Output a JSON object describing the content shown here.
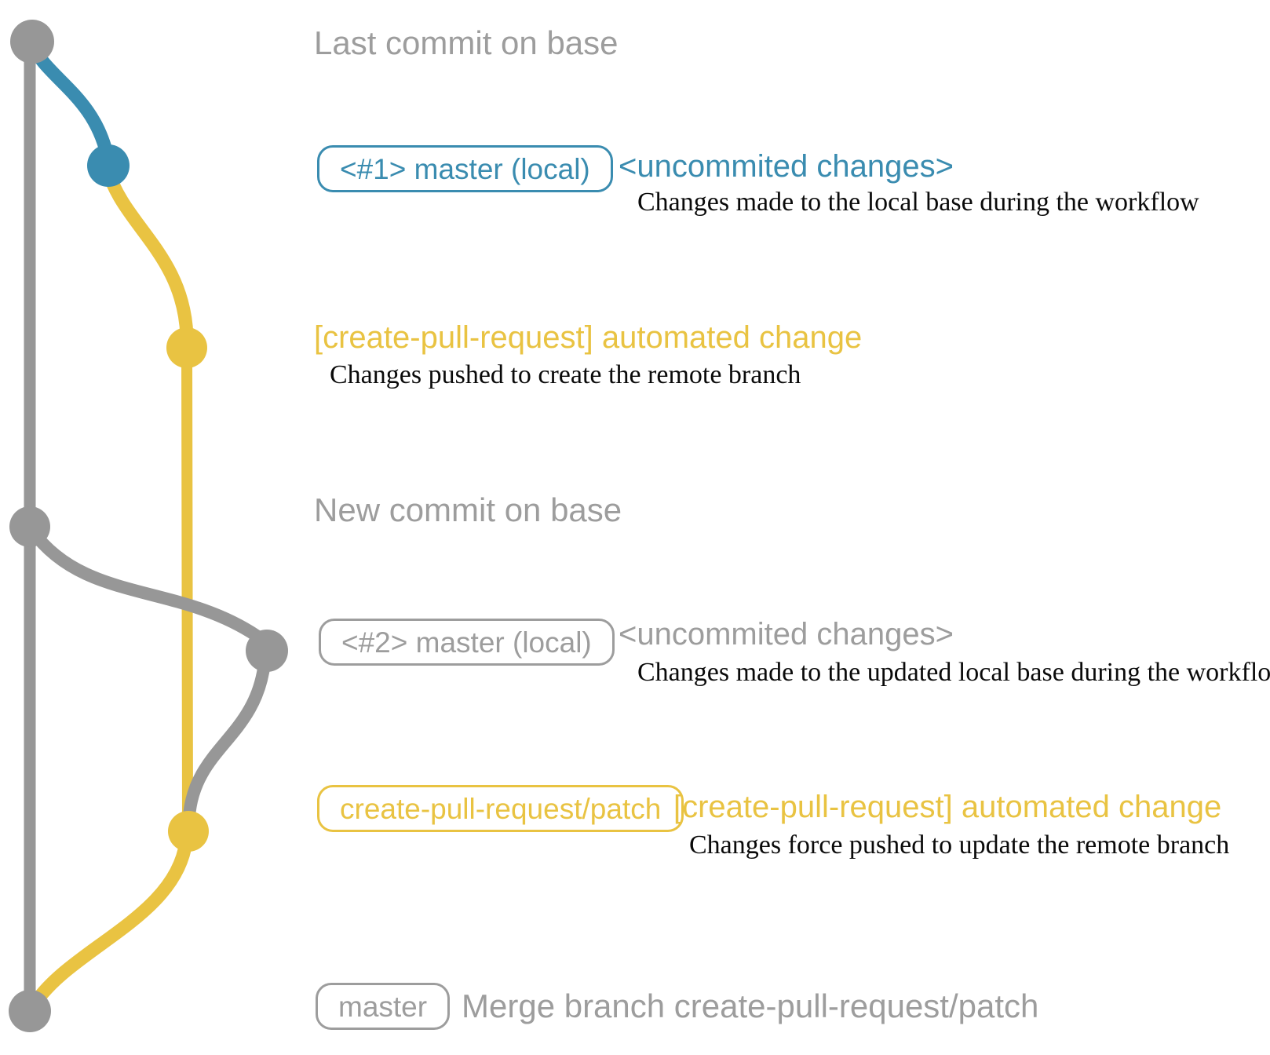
{
  "colors": {
    "graph_gray": "#979797",
    "label_gray": "#9d9d9d",
    "branch_blue": "#3a8cb0",
    "branch_yellow": "#e9c342",
    "description_black": "#0a0a0a"
  },
  "graph": {
    "commits": [
      {
        "id": "last-commit-on-base",
        "branch": "master-remote",
        "color": "gray"
      },
      {
        "id": "uncommitted-changes-1",
        "branch": "master-local",
        "color": "blue"
      },
      {
        "id": "automated-change-1",
        "branch": "create-pull-request-patch",
        "color": "yellow"
      },
      {
        "id": "new-commit-on-base",
        "branch": "master-remote",
        "color": "gray"
      },
      {
        "id": "uncommitted-changes-2",
        "branch": "master-local",
        "color": "gray"
      },
      {
        "id": "automated-change-2",
        "branch": "create-pull-request-patch",
        "color": "yellow"
      },
      {
        "id": "merge-commit",
        "branch": "master-remote",
        "color": "gray"
      }
    ]
  },
  "rows": {
    "last_commit": {
      "label": "Last commit on base"
    },
    "local_1": {
      "badge": "<#1> master (local)",
      "headline": "<uncommited changes>",
      "description": "Changes made to the local base during the workflow"
    },
    "push_1": {
      "headline": "[create-pull-request] automated change",
      "description": "Changes pushed to create the remote branch"
    },
    "new_commit": {
      "label": "New commit on base"
    },
    "local_2": {
      "badge": "<#2> master (local)",
      "headline": "<uncommited changes>",
      "description": "Changes made to the updated local base during the workflow"
    },
    "push_2": {
      "badge": "create-pull-request/patch",
      "headline": "[create-pull-request] automated change",
      "description": "Changes force pushed to update the remote branch"
    },
    "merge": {
      "badge": "master",
      "label": "Merge branch create-pull-request/patch"
    }
  }
}
